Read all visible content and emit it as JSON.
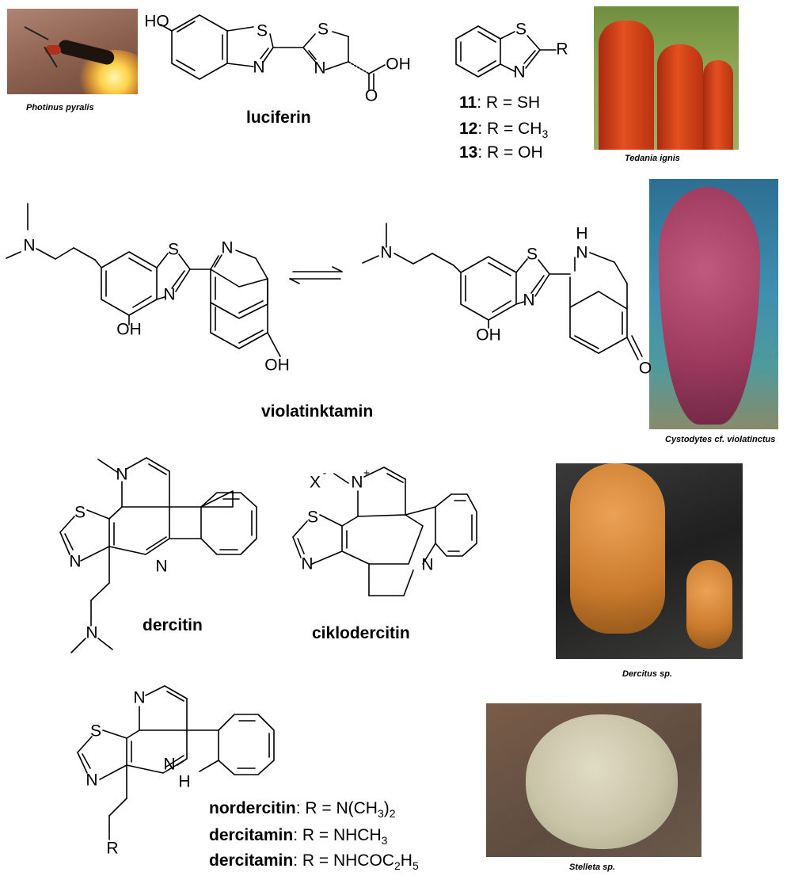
{
  "captions": {
    "photinus": "Photinus pyralis",
    "tedania": "Tedania ignis",
    "cystodytes": "Cystodytes cf. violatinctus",
    "dercitus": "Dercitus sp.",
    "stelleta": "Stelleta sp."
  },
  "compounds": {
    "luciferin": "luciferin",
    "violatinktamin": "violatinktamin",
    "dercitin": "dercitin",
    "ciklodercitin": "ciklodercitin"
  },
  "benzothiazoles": [
    {
      "num": "11",
      "rest": ": R = SH"
    },
    {
      "num": "12",
      "rest": ": R = CH",
      "sub": "3"
    },
    {
      "num": "13",
      "rest": ": R = OH"
    }
  ],
  "derivatives": [
    {
      "name": "nordercitin",
      "rest": ": R = N(CH",
      "sub": "3",
      "tail": ")",
      "sub2": "2"
    },
    {
      "name": "dercitamin",
      "rest": ": R = NHCH",
      "sub": "3"
    },
    {
      "name": "dercitamin",
      "rest": ": R = NHCOC",
      "sub": "2",
      "tail": "H",
      "sub2": "5"
    }
  ],
  "atoms": {
    "S": "S",
    "N": "N",
    "H": "H",
    "O": "O",
    "R": "R",
    "HO": "HO",
    "OH": "OH",
    "X": "X",
    "minus": "-",
    "plus": "+"
  },
  "colors": {
    "firefly_bg": "#9a6a58",
    "tedania": "#d8421a",
    "cystodytes": "#9e3a5e",
    "dercitus": "#d98a3a",
    "stelleta": "#c9c3a8"
  }
}
